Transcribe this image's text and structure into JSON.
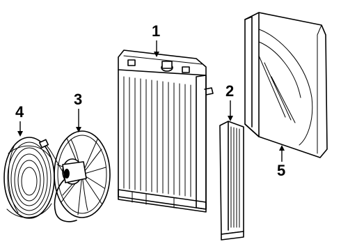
{
  "diagram": {
    "callouts": [
      {
        "id": "1",
        "label": "1",
        "part": "radiator"
      },
      {
        "id": "2",
        "label": "2",
        "part": "oil-cooler"
      },
      {
        "id": "3",
        "label": "3",
        "part": "fan-motor-assembly"
      },
      {
        "id": "4",
        "label": "4",
        "part": "fan-guard"
      },
      {
        "id": "5",
        "label": "5",
        "part": "fan-shroud"
      }
    ]
  }
}
